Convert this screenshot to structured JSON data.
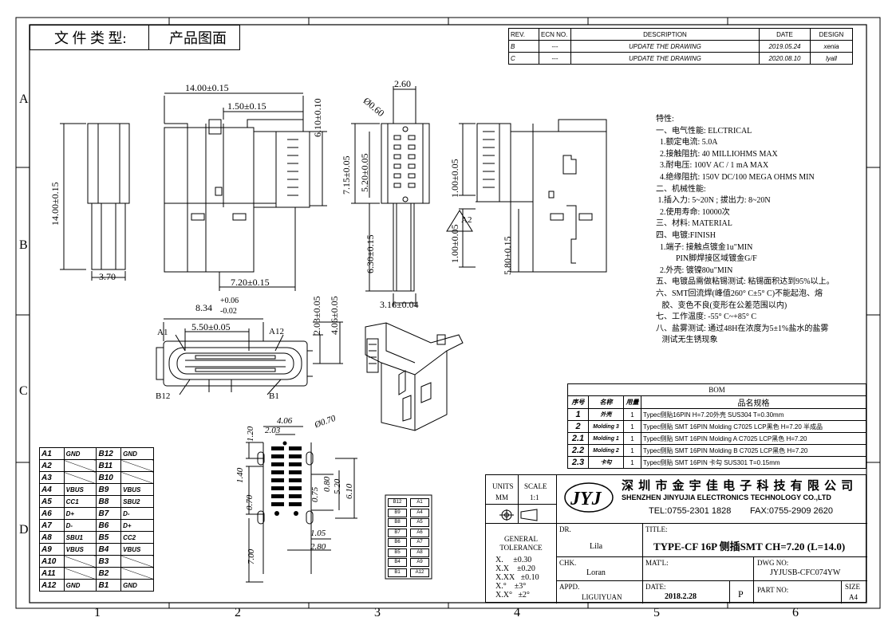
{
  "title_box": {
    "label": "文 件 类 型:",
    "value": "产品图面"
  },
  "zone_cols": [
    "1",
    "2",
    "3",
    "4",
    "5",
    "6"
  ],
  "zone_rows": [
    "A",
    "B",
    "C",
    "D"
  ],
  "revision": {
    "headers": [
      "REV.",
      "ECN NO.",
      "DESCRIPTION",
      "DATE",
      "DESIGN"
    ],
    "rows": [
      {
        "rev": "B",
        "ecn": "---",
        "desc": "UPDATE THE DRAWING",
        "date": "2019.05.24",
        "design": "xenia"
      },
      {
        "rev": "C",
        "ecn": "---",
        "desc": "UPDATE THE DRAWING",
        "date": "2020.08.10",
        "design": "lyall"
      }
    ]
  },
  "dims": {
    "d1": "14.00±0.15",
    "d2": "1.50±0.15",
    "d3": "6.10±0.10",
    "d4": "14.00±0.15",
    "d5": "3.70",
    "d6": "7.20±0.15",
    "d7": "2.60",
    "d8": "Ø0.60",
    "d9": "7.15±0.05",
    "d10": "5.20±0.05",
    "d11": "6.30±0.15",
    "d12": "3.16±0.04",
    "d13": "1.00±0.05",
    "d14": "1.00±0.05",
    "d15": "5.80±0.15",
    "d16": "8.34",
    "d16a": "+0.06",
    "d16b": "-0.02",
    "d17": "5.50±0.05",
    "d18": "2.03±0.05",
    "d19": "4.06±0.05",
    "a1": "A1",
    "a12": "A12",
    "b12": "B12",
    "b1": "B1",
    "rev_tri": "A2",
    "f1": "4.06",
    "f2": "Ø0.70",
    "f3": "2.03",
    "f4": "1.20",
    "f5": "1.40",
    "f6": "0.70",
    "f7": "0.75",
    "f8": "0.80",
    "f9": "5.20",
    "f10": "6.10",
    "f11": "1.05",
    "f12": "2.80",
    "f13": "7.00"
  },
  "spec": [
    "特性:",
    "一、电气性能: ELCTRICAL",
    "  1.额定电流: 5.0A",
    "  2.接触阻抗: 40 MILLIOHMS MAX",
    "  3.耐电压: 100V AC / 1 mA MAX",
    "  4.绝缘阻抗: 150V DC/100 MEGA OHMS MIN",
    "二、机械性能:",
    " 1.插入力: 5~20N ; 拔出力: 8~20N",
    "  2.使用寿命: 10000次",
    "三、材料: MATERIAL",
    "四、电镀:FINISH",
    "  1.端子: 接触点镀金1u\"MIN",
    "          PIN脚焊接区域镀金G/F",
    "  2.外壳: 镀镍80u\"MIN",
    "五、电镀品需做粘锡测试: 粘锡面积达到95%以上。",
    "六、SMT回流焊(峰值260° C±5° C)不能起泡、熔",
    "   胶、变色不良(变形在公差范围以内)",
    "七、工作温度: -55° C~+85° C",
    "八、盐雾测试: 通过48H在浓度为5±1%盐水的盐雾",
    "   测试无生锈现象"
  ],
  "bom": {
    "title": "BOM",
    "headers": [
      "序号",
      "名称",
      "用量",
      "品名规格"
    ],
    "rows": [
      {
        "no": "1",
        "name": "外壳",
        "qty": "1",
        "spec": "Typec侧贴16PIN H=7.20外壳 SUS304 T=0.30mm"
      },
      {
        "no": "2",
        "name": "Molding 3",
        "qty": "1",
        "spec": "Typec侧贴 SMT 16PIN Molding C7025 LCP黑色 H=7.20 半成品"
      },
      {
        "no": "2.1",
        "name": "Molding 1",
        "qty": "1",
        "spec": "Typec侧贴 SMT 16PIN Molding A C7025 LCP黑色 H=7.20"
      },
      {
        "no": "2.2",
        "name": "Molding 2",
        "qty": "1",
        "spec": "Typec侧贴 SMT 16PIN Molding B C7025 LCP黑色 H=7.20"
      },
      {
        "no": "2.3",
        "name": "卡勾",
        "qty": "1",
        "spec": "Typec侧贴 SMT 16PIN 卡勾 SUS301 T=0.15mm"
      }
    ]
  },
  "pins": [
    [
      "A1",
      "GND",
      "B12",
      "GND"
    ],
    [
      "A2",
      "",
      "B11",
      ""
    ],
    [
      "A3",
      "",
      "B10",
      ""
    ],
    [
      "A4",
      "VBUS",
      "B9",
      "VBUS"
    ],
    [
      "A5",
      "CC1",
      "B8",
      "SBU2"
    ],
    [
      "A6",
      "D+",
      "B7",
      "D-"
    ],
    [
      "A7",
      "D-",
      "B6",
      "D+"
    ],
    [
      "A8",
      "SBU1",
      "B5",
      "CC2"
    ],
    [
      "A9",
      "VBUS",
      "B4",
      "VBUS"
    ],
    [
      "A10",
      "",
      "B3",
      ""
    ],
    [
      "A11",
      "",
      "B2",
      ""
    ],
    [
      "A12",
      "GND",
      "B1",
      "GND"
    ]
  ],
  "pin_labels": [
    [
      "B12",
      "A1"
    ],
    [
      "B9",
      "A4"
    ],
    [
      "B8",
      "A5"
    ],
    [
      "B7",
      "A6"
    ],
    [
      "B6",
      "A7"
    ],
    [
      "B5",
      "A8"
    ],
    [
      "B4",
      "A9"
    ],
    [
      "B1",
      "A12"
    ]
  ],
  "title_block": {
    "units_label": "UNITS",
    "units": "MM",
    "scale_label": "SCALE",
    "scale": "1:1",
    "company_cn": "深 圳 市 金 宇 佳 电 子 科 技 有 限 公 司",
    "company_en": "SHENZHEN JINYUJIA ELECTRONICS TECHNOLOGY CO.,LTD",
    "tel": "TEL:0755-2301 1828",
    "fax": "FAX:0755-2909 2620",
    "logo": "JYJ",
    "tol_label": "GENERAL TOLERANCE",
    "tol": [
      "X.     ±0.30",
      "X.X    ±0.20",
      "X.XX   ±0.10",
      "X.°    ±3°",
      "X.X°   ±2°"
    ],
    "dr_label": "DR.",
    "dr": "Lila",
    "title_label": "TITLE:",
    "title": "TYPE-CF 16P 侧插SMT CH=7.20 (L=14.0)",
    "chk_label": "CHK.",
    "chk": "Loran",
    "mat_label": "MAT'L:",
    "dwg_label": "DWG NO:",
    "dwg": "JYJUSB-CFC074YW",
    "appd_label": "APPD.",
    "appd": "LIGUIYUAN",
    "date_label": "DATE:",
    "date": "2018.2.28",
    "proj": "P",
    "part_label": "PART NO:",
    "size_label": "SIZE",
    "size": "A4"
  }
}
